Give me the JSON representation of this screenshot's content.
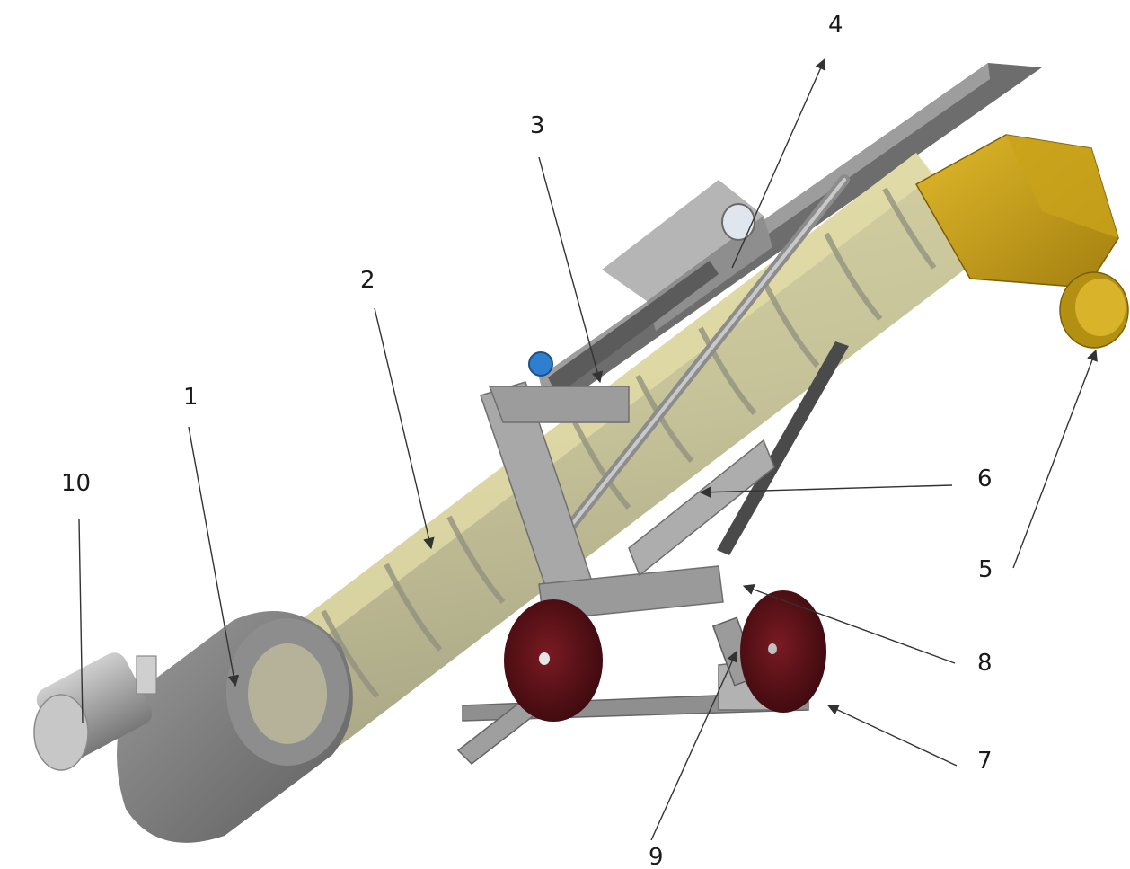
{
  "colors": {
    "background": "#ffffff",
    "tube": "#cfcb9a",
    "tube_band": "#e4dd8d",
    "flight": "#9a9a88",
    "frame": "#a3a3a3",
    "frame_dark": "#6f6f6f",
    "housing": "#8a8a8a",
    "hopper": "#c9a21a",
    "hopper_dark": "#a8840f",
    "wheel": "#5a1016",
    "motor": "#b8b8b8",
    "accent_blue": "#2f7fd0"
  },
  "callouts": {
    "c1": "1",
    "c2": "2",
    "c3": "3",
    "c4": "4",
    "c5": "5",
    "c6": "6",
    "c7": "7",
    "c8": "8",
    "c9": "9",
    "c10": "10"
  }
}
